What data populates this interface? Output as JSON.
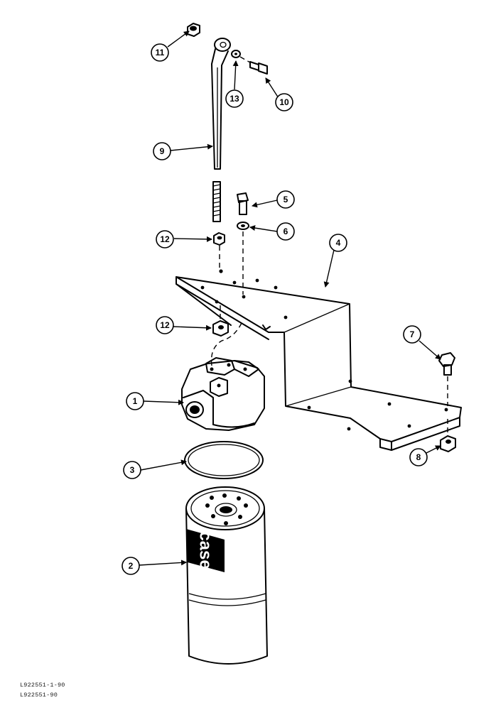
{
  "diagram": {
    "brand_label": "case",
    "callouts": [
      "1",
      "2",
      "3",
      "4",
      "5",
      "6",
      "7",
      "8",
      "9",
      "10",
      "11",
      "12",
      "12",
      "13"
    ]
  },
  "figure_codes": [
    "L922551-1-90",
    "L922551-90"
  ]
}
